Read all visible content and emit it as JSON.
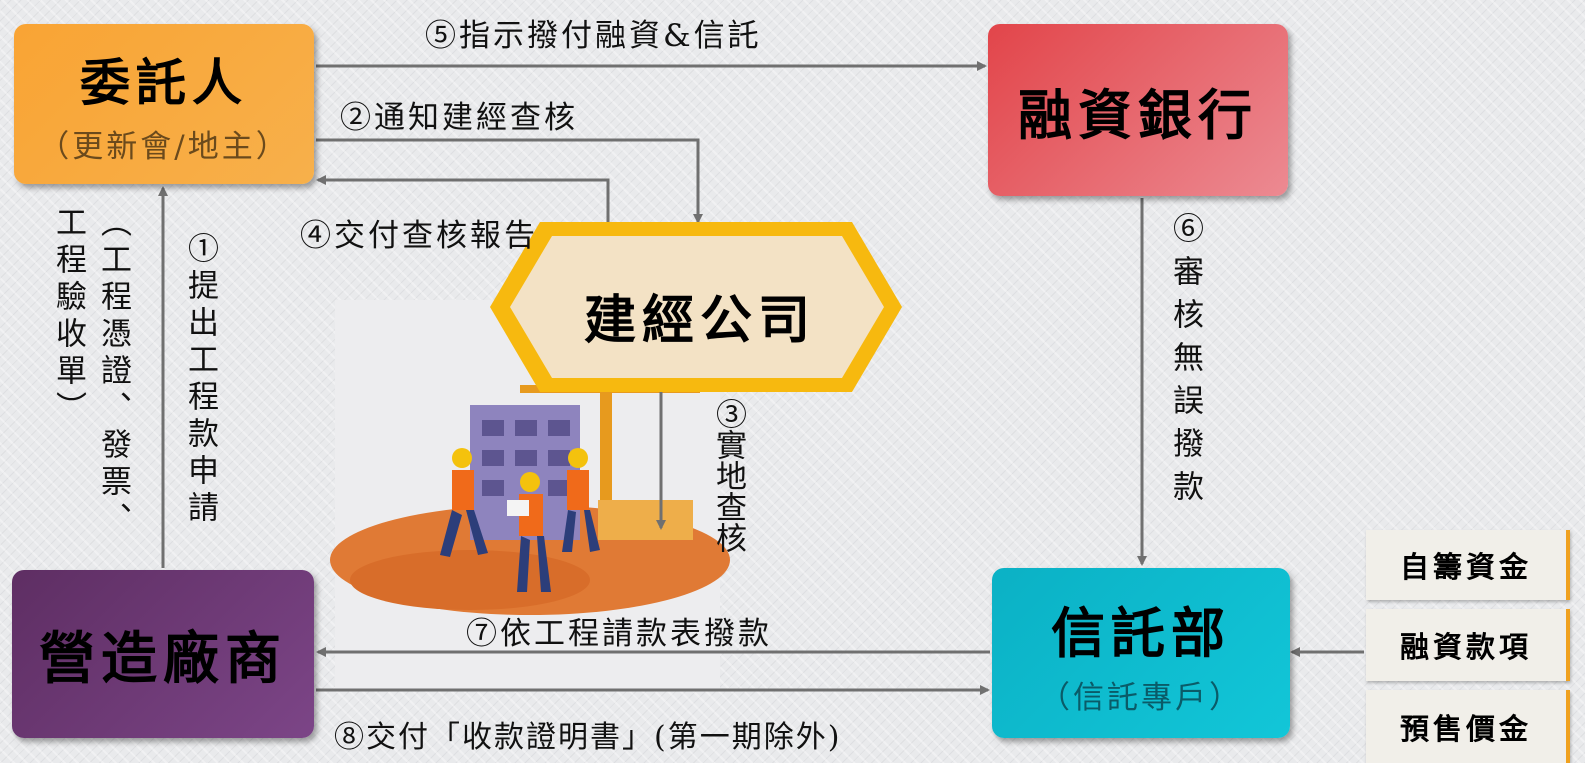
{
  "nodes": {
    "consignor": {
      "title": "委託人",
      "subtitle": "（更新會/地主）"
    },
    "bank": {
      "title": "融資銀行"
    },
    "supervisor": {
      "title": "建經公司"
    },
    "trust": {
      "title": "信託部",
      "subtitle": "（信託專戶）"
    },
    "contractor": {
      "title": "營造廠商"
    }
  },
  "flows": {
    "step1": "①提出工程款申請",
    "step1_note": "（工程憑證、發票、工程驗收單）",
    "step2": "②通知建經查核",
    "step3": "③實地查核",
    "step4": "④交付查核報告",
    "step5": "⑤指示撥付融資&信託",
    "step6": "⑥審核無誤撥款",
    "step7": "⑦依工程請款表撥款",
    "step8": "⑧交付「收款證明書」(第一期除外)"
  },
  "funding_sources": [
    "自籌資金",
    "融資款項",
    "預售價金"
  ],
  "colors": {
    "consignor": "#f9a434",
    "bank": "#e2454a",
    "supervisor": "#f5c518",
    "trust": "#0bb1c5",
    "contractor": "#6a3672",
    "arrow": "#707070",
    "side_accent": "#f0a11e"
  }
}
